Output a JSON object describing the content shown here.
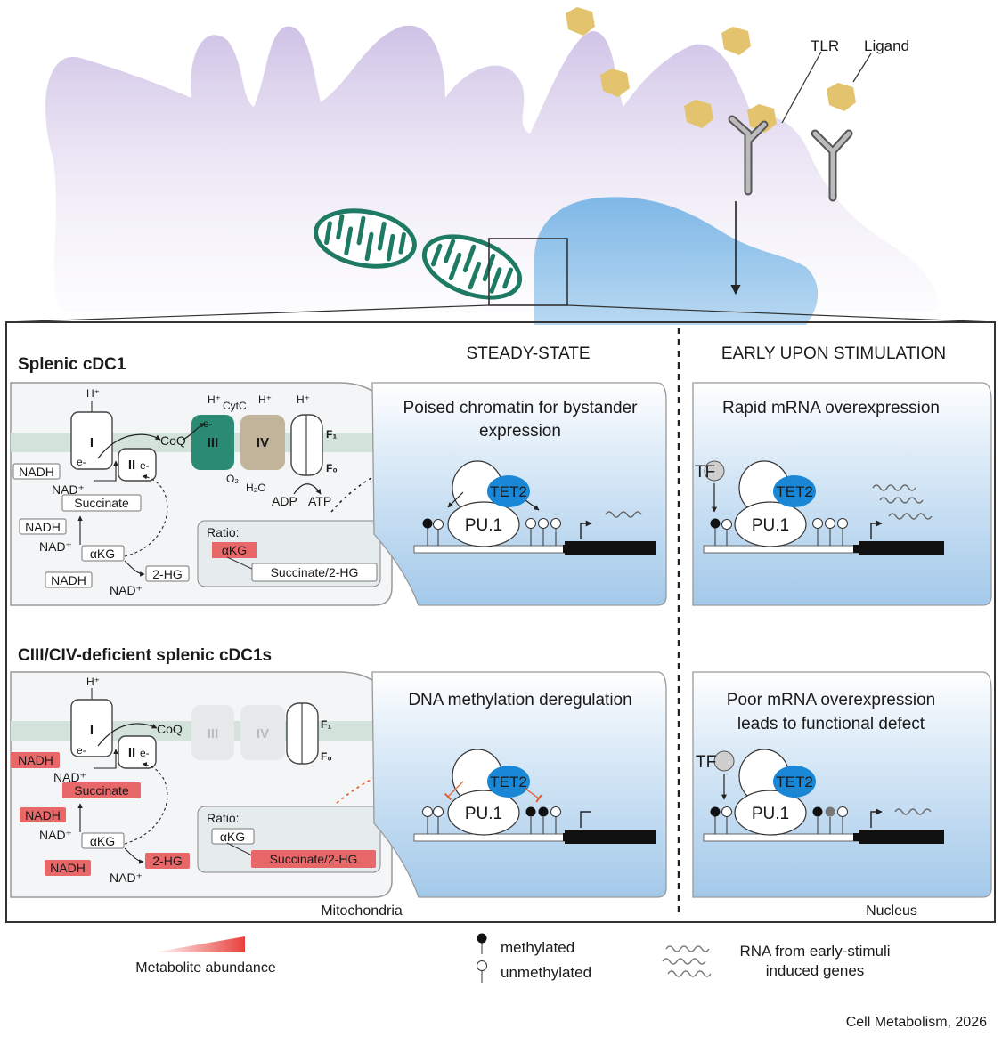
{
  "top": {
    "tlr": "TLR",
    "ligand": "Ligand"
  },
  "columns": {
    "steady": "STEADY-STATE",
    "early": "EARLY UPON STIMULATION"
  },
  "row1": {
    "title": "Splenic cDC1",
    "chromatin_caption_1": "Poised chromatin for bystander",
    "chromatin_caption_2": "expression",
    "stim_caption": "Rapid mRNA overexpression"
  },
  "row2": {
    "title": "CIII/CIV-deficient splenic cDC1s",
    "chromatin_caption": "DNA methylation deregulation",
    "stim_caption_1": "Poor mRNA overexpression",
    "stim_caption_2": "leads to functional defect"
  },
  "etc": {
    "complex_I": "I",
    "complex_II": "II",
    "complex_III": "III",
    "complex_IV": "IV",
    "f1": "F₁",
    "f0": "F₀",
    "hplus": "H⁺",
    "cytc": "CytC",
    "coq": "CoQ",
    "eminus": "e-",
    "o2": "O₂",
    "h2o": "H₂O",
    "adp": "ADP",
    "atp": "ATP"
  },
  "metabolites": {
    "nadh": "NADH",
    "nadplus": "NAD⁺",
    "succinate": "Succinate",
    "akg": "αKG",
    "hg": "2-HG",
    "ratio": "Ratio:",
    "succ_hg": "Succinate/2-HG"
  },
  "gene": {
    "pu1": "PU.1",
    "tet2": "TET2",
    "tf": "TF"
  },
  "locations": {
    "mito": "Mitochondria",
    "nucleus": "Nucleus"
  },
  "legend": {
    "abundance": "Metabolite abundance",
    "methylated": "methylated",
    "unmethylated": "unmethylated",
    "rna_1": "RNA from early-stimuli",
    "rna_2": "induced genes"
  },
  "footer": "Cell Metabolism, 2026",
  "colors": {
    "cell": "#d9d0e8",
    "nucleus": "#8fc3e8",
    "mito": "#1f7a63",
    "c3": "#2a8a73",
    "c4": "#c2b49a",
    "tet2": "#1a87d6",
    "highlight": "#e8686a",
    "membrane": "#cfe0d8",
    "panel": "#f4f6f7",
    "nucbox_top": "#ffffff",
    "nucbox_bottom": "#a9cdec",
    "dotted_red": "#e05a2b"
  }
}
